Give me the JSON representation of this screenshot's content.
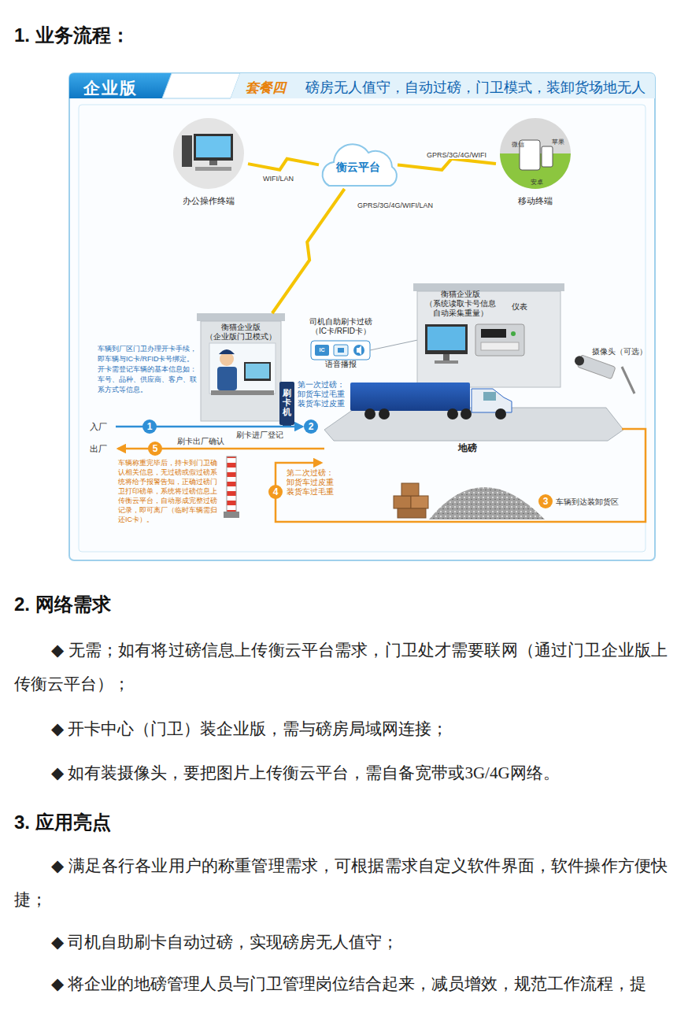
{
  "diagram": {
    "nodes": [
      {
        "text": [
          "企业版",
          "套餐四",
          "磅房无人值守，自动过磅，门卫模式，装卸货场地无人"
        ]
      },
      {
        "text": [
          "衡云平台"
        ],
        "in": 0
      },
      {
        "text": [
          "办公操作终端"
        ],
        "in": 0
      },
      {
        "text": [
          "移动终端"
        ],
        "in": 0
      },
      {
        "text": [
          "衡猫企业版 （企业版门卫模式）"
        ],
        "in": 0
      },
      {
        "text": [
          "司机自助刷卡过磅 （IC卡/RFID卡）",
          "语音播报"
        ],
        "in": 0
      },
      {
        "text": [
          "刷卡机"
        ],
        "in": 0
      },
      {
        "text": [
          "衡猫企业版 （系统读取卡号信息 自动采集重量）",
          "仪表"
        ],
        "in": 0
      },
      {
        "text": [
          "地磅"
        ],
        "in": 0
      }
    ],
    "edges": [
      {
        "from": 1,
        "to": 2,
        "label": "WIFI/LAN",
        "arrow": "none"
      },
      {
        "from": 1,
        "to": 3,
        "label": "GPRS/3G/4G/WIFI",
        "arrow": "none"
      },
      {
        "from": 1,
        "to": 4,
        "label": "GPRS/3G/4G/WIFI/LAN",
        "arrow": "none"
      }
    ],
    "labels": [
      "1. 业务流程：",
      "微信",
      "苹果",
      "安卓",
      "车辆到厂区门卫办理开卡手续，即车辆与IC卡/RFID卡号绑定。开卡需登记车辆的基本信息如：车号、品种、供应商、客户、联系方式等信息。",
      "入厂",
      "出厂",
      "1",
      "刷卡进厂登记",
      "2",
      "第一次过磅：卸货车过毛重 装货车过皮重",
      "摄像头（可选）",
      "3",
      "车辆到达装卸货区",
      "4",
      "第二次过磅：卸货车过皮重 装货车过毛重",
      "5",
      "刷卡出厂确认",
      "车辆称重完毕后，持卡到门卫确认相关信息，无过磅或假过磅系统将给予报警告知，正确过磅门卫打印磅单，系统将过磅信息上传衡云平台，自动形成完整过磅记录，即可离厂（临时车辆需归还IC卡）。",
      "2. 网络需求",
      "◆ 无需；如有将过磅信息上传衡云平台需求，门卫处才需要联网（通过门卫企业版上传衡云平台）；",
      "◆ 开卡中心（门卫）装企业版，需与磅房局域网连接；",
      "◆ 如有装摄像头，要把图片上传衡云平台，需自备宽带或3G/4G网络。",
      "3. 应用亮点",
      "◆ 满足各行各业用户的称重管理需求，可根据需求自定义软件界面，软件操作方便快捷；",
      "◆ 司机自助刷卡自动过磅，实现磅房无人值守；",
      "◆ 将企业的地磅管理人员与门卫管理岗位结合起来，减员增效，规范工作流程，提",
      "IC"
    ]
  }
}
